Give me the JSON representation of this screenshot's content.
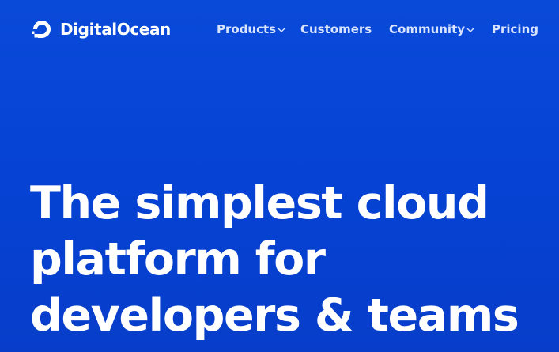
{
  "brand": {
    "name": "DigitalOcean",
    "logo_icon": "digitalocean-logo-icon"
  },
  "nav": {
    "items": [
      {
        "label": "Products",
        "has_dropdown": true
      },
      {
        "label": "Customers",
        "has_dropdown": false
      },
      {
        "label": "Community",
        "has_dropdown": true
      },
      {
        "label": "Pricing",
        "has_dropdown": false
      }
    ]
  },
  "hero": {
    "lines": [
      "The simplest cloud",
      "platform for",
      "developers & teams"
    ]
  },
  "colors": {
    "background": "#0644d6",
    "text": "#ffffff",
    "nav_text": "#d9e4ff"
  }
}
